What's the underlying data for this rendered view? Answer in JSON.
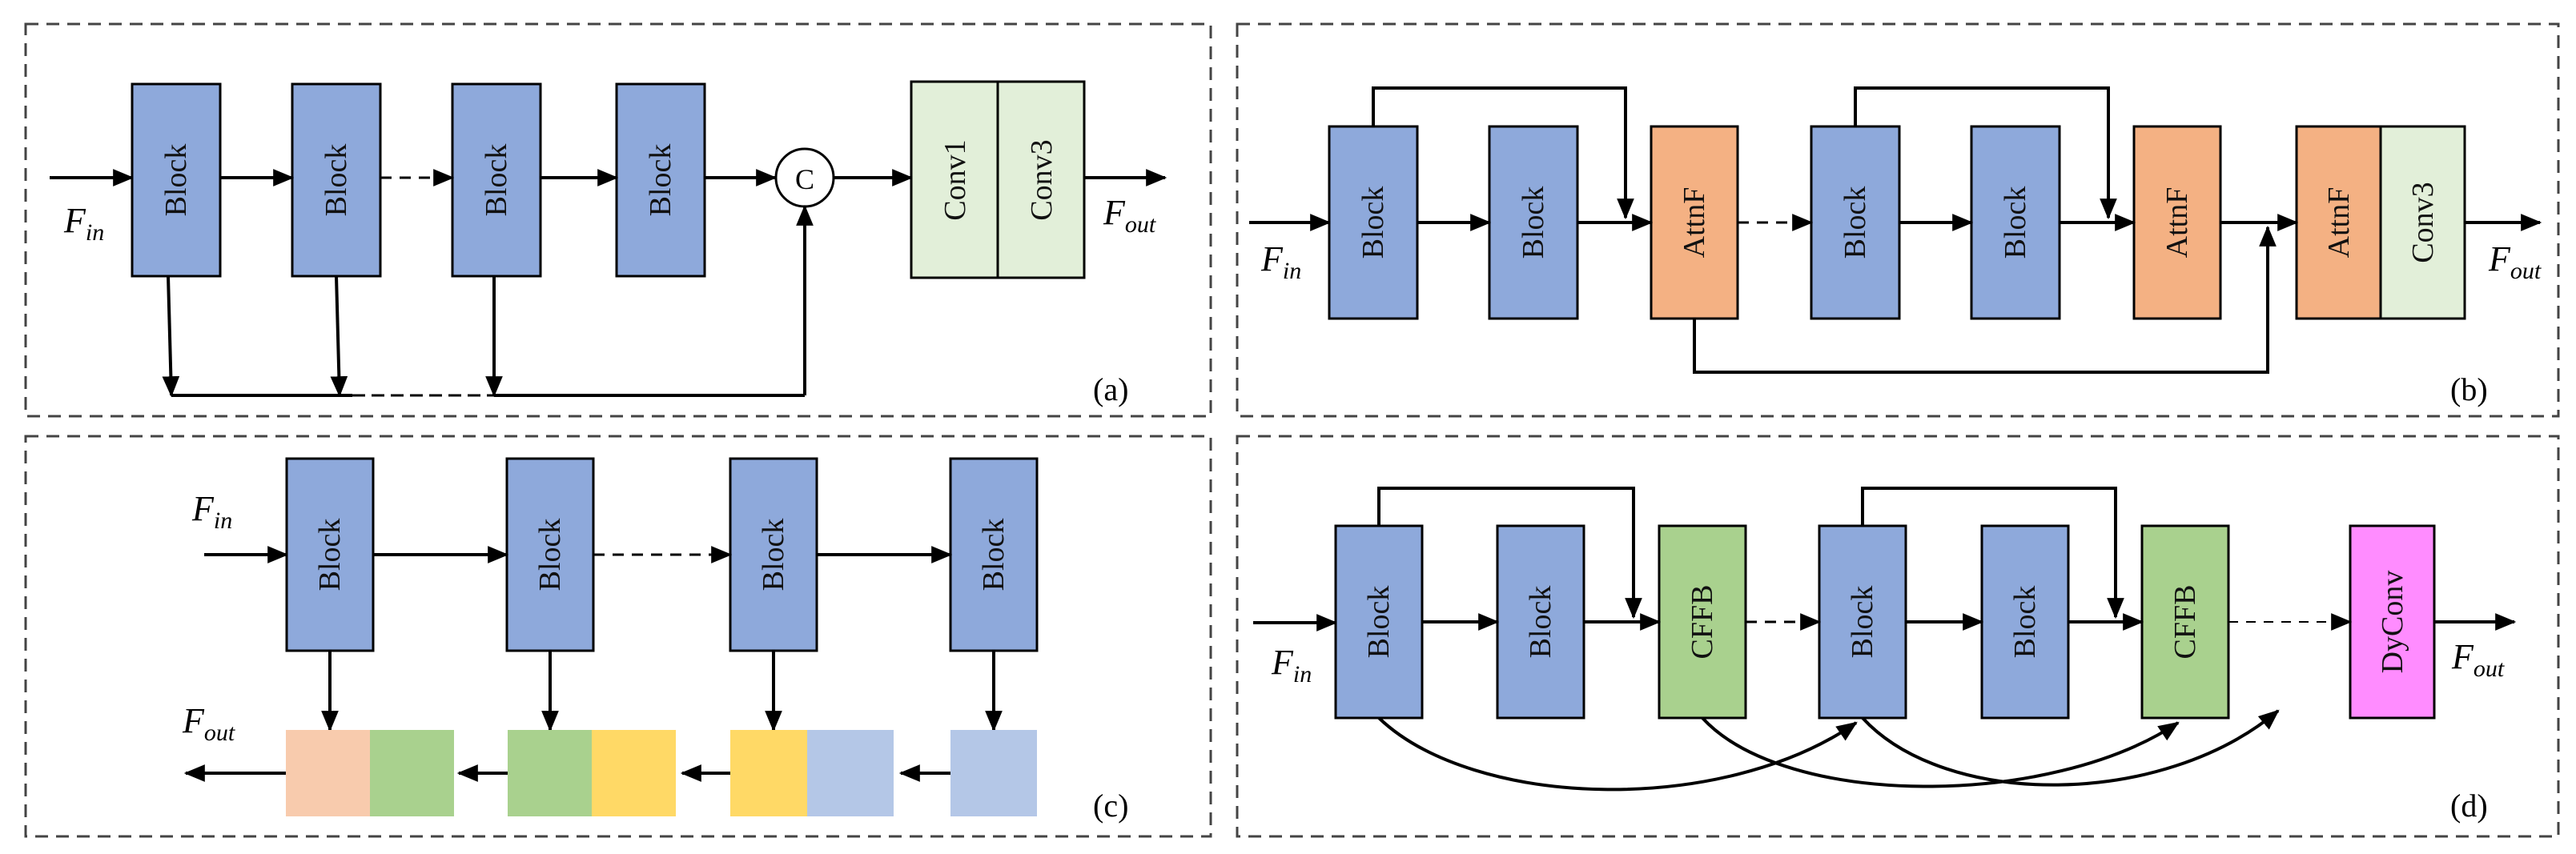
{
  "colors": {
    "block": "#8EA9DB",
    "attn": "#F4B183",
    "conv": "#E2EFD9",
    "cffb": "#A9D18E",
    "dyconv": "#FF8CFF",
    "peach": "#F8CBAD",
    "green": "#A9D18E",
    "yellow": "#FFD966",
    "lightblue": "#B4C7E7",
    "stroke": "#000000"
  },
  "labels": {
    "block": "Block",
    "conv1": "Conv1",
    "conv3": "Conv3",
    "attnf": "AttnF",
    "cffb": "CFFB",
    "dyconv": "DyConv",
    "concat": "C",
    "f": "F",
    "in_sub": "in",
    "out_sub": "out"
  },
  "panels": {
    "a": {
      "tag": "(a)"
    },
    "b": {
      "tag": "(b)"
    },
    "c": {
      "tag": "(c)"
    },
    "d": {
      "tag": "(d)"
    }
  }
}
